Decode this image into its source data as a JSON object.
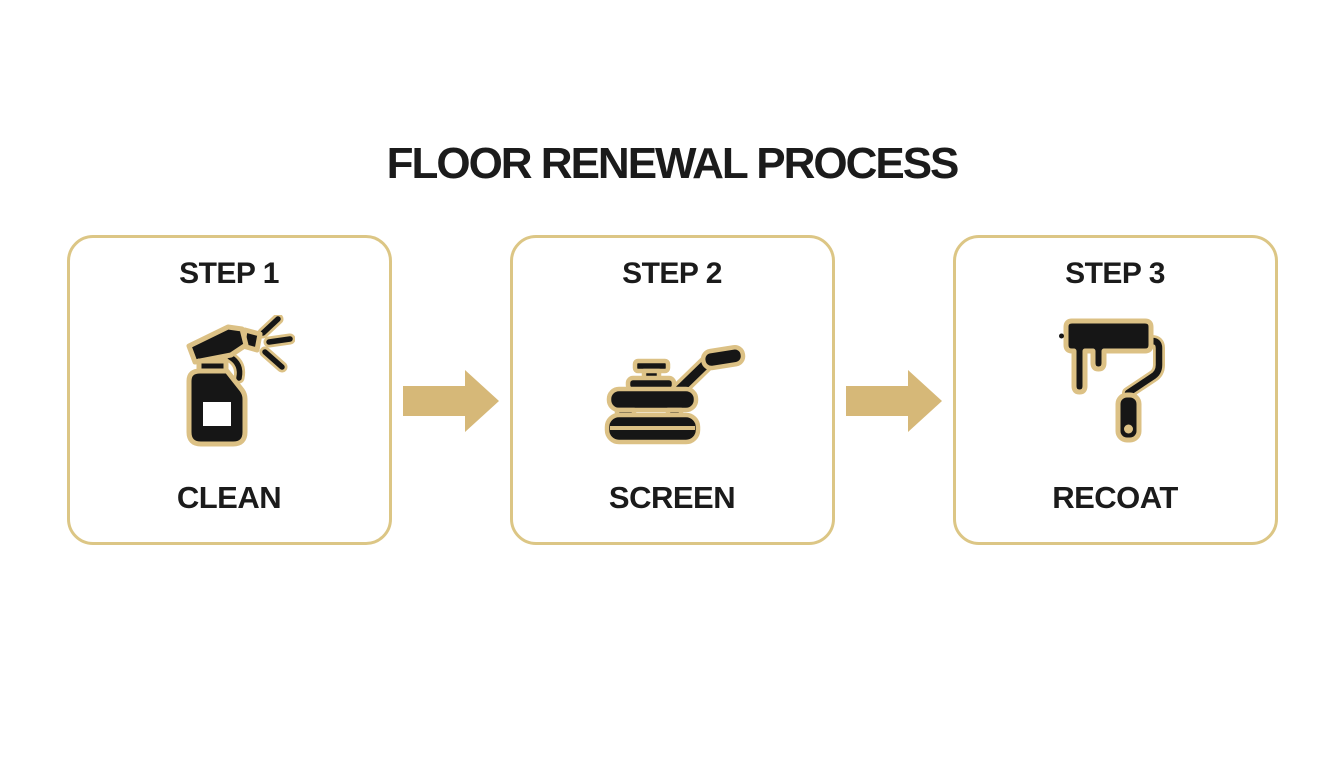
{
  "title": "FLOOR RENEWAL PROCESS",
  "steps": [
    {
      "label": "STEP 1",
      "name": "CLEAN",
      "icon": "spray-bottle"
    },
    {
      "label": "STEP 2",
      "name": "SCREEN",
      "icon": "floor-buffer"
    },
    {
      "label": "STEP 3",
      "name": "RECOAT",
      "icon": "paint-roller"
    }
  ],
  "arrows": {
    "count": 2,
    "direction": "right"
  },
  "colors": {
    "card_border": "#dcc685",
    "arrow_gold": "#d6b878",
    "icon_outline": "#dcc185",
    "icon_fill": "#161616",
    "text": "#1b1b1b",
    "background": "#ffffff"
  }
}
